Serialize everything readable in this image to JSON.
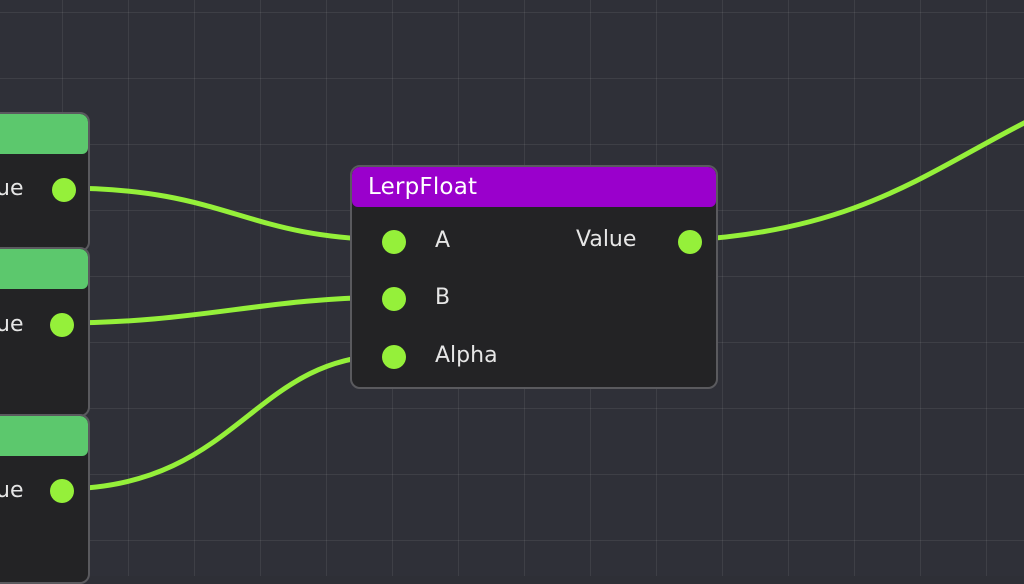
{
  "graph": {
    "lerp_node": {
      "title": "LerpFloat",
      "header_color": "#9a00cc",
      "inputs": [
        "A",
        "B",
        "Alpha"
      ],
      "output": "Value"
    },
    "source_nodes": [
      {
        "output_label": "ue",
        "header_color": "#5cc86d"
      },
      {
        "output_label": "ue",
        "header_color": "#5cc86d"
      },
      {
        "output_label": "ue",
        "header_color": "#5cc86d"
      }
    ],
    "wire_color": "#95f03a"
  }
}
